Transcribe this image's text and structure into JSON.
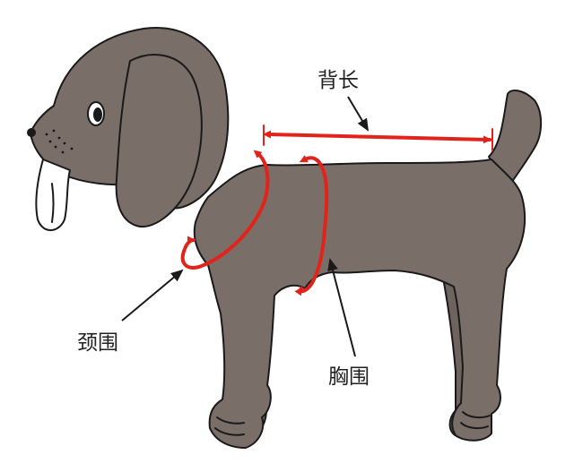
{
  "labels": {
    "back_length": "背长",
    "neck_girth": "颈围",
    "chest_girth": "胸围"
  },
  "colors": {
    "dog_body": "#7a6e69",
    "outline": "#1a1a1a",
    "measure": "#e2231a",
    "tongue": "#ffffff",
    "background": "#ffffff"
  }
}
